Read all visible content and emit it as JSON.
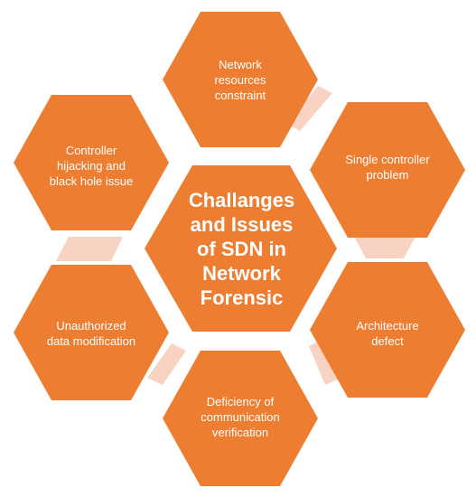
{
  "center": {
    "lines": [
      "Challanges",
      "and Issues",
      "of SDN in",
      "Network",
      "Forensic"
    ]
  },
  "nodes": [
    {
      "id": "top",
      "lines": [
        "Network",
        "resources",
        "constraint"
      ]
    },
    {
      "id": "upper-right",
      "lines": [
        "Single controller",
        "problem"
      ]
    },
    {
      "id": "lower-right",
      "lines": [
        "Architecture",
        "defect"
      ]
    },
    {
      "id": "bottom",
      "lines": [
        "Deficiency of",
        "communication",
        "verification"
      ]
    },
    {
      "id": "lower-left",
      "lines": [
        "Unauthorized",
        "data modification"
      ]
    },
    {
      "id": "upper-left",
      "lines": [
        "Controller",
        "hijacking and",
        "black hole issue"
      ]
    }
  ],
  "colors": {
    "hexagon": "#ED7D31",
    "connector": "#F8D3C4",
    "text": "#FFFFFF"
  }
}
